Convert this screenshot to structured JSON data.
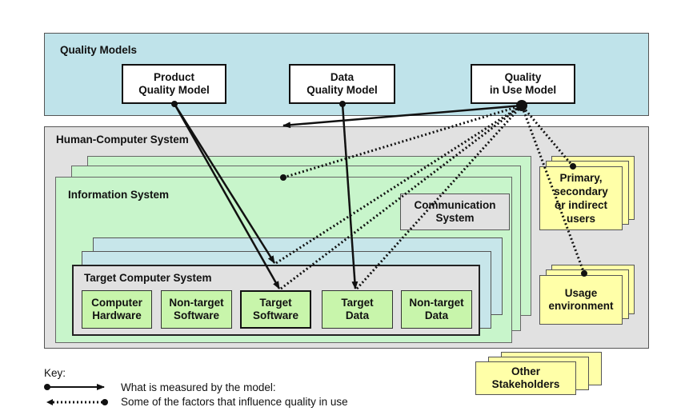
{
  "quality_models": {
    "title": "Quality Models",
    "product": [
      "Product",
      "Quality Model"
    ],
    "data": [
      "Data",
      "Quality Model"
    ],
    "in_use": [
      "Quality",
      "in Use Model"
    ]
  },
  "hcs": {
    "title": "Human-Computer System",
    "information_system": "Information System",
    "communication": [
      "Communication",
      "System"
    ],
    "target_computer_system": "Target Computer System",
    "components": [
      [
        "Computer",
        "Hardware"
      ],
      [
        "Non-target",
        "Software"
      ],
      [
        "Target",
        "Software"
      ],
      [
        "Target",
        "Data"
      ],
      [
        "Non-target",
        "Data"
      ]
    ],
    "users": [
      "Primary,",
      "secondary",
      "or indirect",
      "users"
    ],
    "usage_env": [
      "Usage",
      "environment"
    ]
  },
  "other_stakeholders": [
    "Other",
    "Stakeholders"
  ],
  "key": {
    "title": "Key:",
    "measured": "What is measured by the model:",
    "influence": "Some of the factors that influence quality in use"
  }
}
